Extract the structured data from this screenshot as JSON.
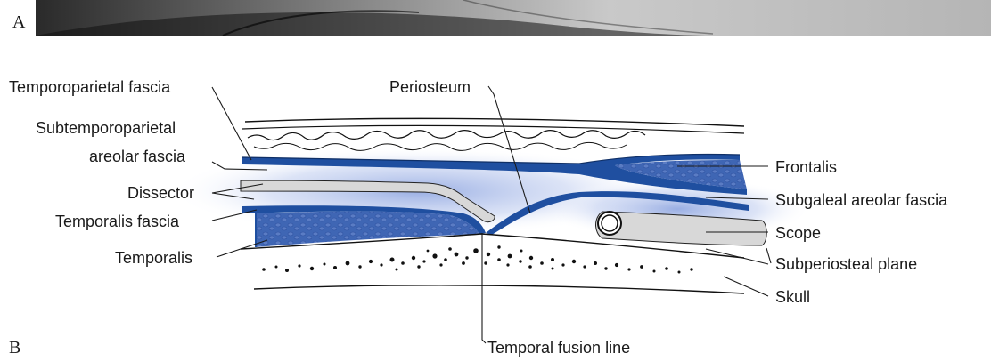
{
  "panels": {
    "top": "A",
    "bottom": "B"
  },
  "labels": {
    "temporoparietal_fascia": "Temporoparietal fascia",
    "subtemporoparietal_line1": "Subtemporoparietal",
    "subtemporoparietal_line2": "areolar fascia",
    "dissector": "Dissector",
    "temporalis_fascia": "Temporalis fascia",
    "temporalis": "Temporalis",
    "periosteum": "Periosteum",
    "frontalis": "Frontalis",
    "subgaleal_areolar_fascia": "Subgaleal areolar fascia",
    "scope": "Scope",
    "subperiosteal_plane": "Subperiosteal plane",
    "skull": "Skull",
    "temporal_fusion_line": "Temporal fusion line"
  },
  "colors": {
    "fascia_blue": "#1f4fa0",
    "muscle_blue": "#3f66b4",
    "glow_blue": "#8fa6e0",
    "instrument_gray": "#d8d8d8"
  }
}
